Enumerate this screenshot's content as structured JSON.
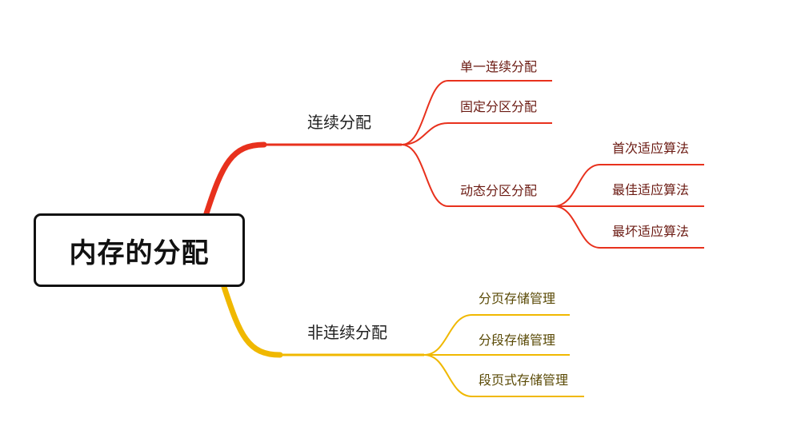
{
  "root": {
    "label": "内存的分配"
  },
  "colors": {
    "red_branch": "#e8311d",
    "yellow_branch": "#f0b800"
  },
  "branches": [
    {
      "label": "连续分配",
      "children": [
        {
          "label": "单一连续分配"
        },
        {
          "label": "固定分区分配"
        },
        {
          "label": "动态分区分配",
          "children": [
            {
              "label": "首次适应算法"
            },
            {
              "label": "最佳适应算法"
            },
            {
              "label": "最坏适应算法"
            }
          ]
        }
      ]
    },
    {
      "label": "非连续分配",
      "children": [
        {
          "label": "分页存储管理"
        },
        {
          "label": "分段存储管理"
        },
        {
          "label": "段页式存储管理"
        }
      ]
    }
  ]
}
